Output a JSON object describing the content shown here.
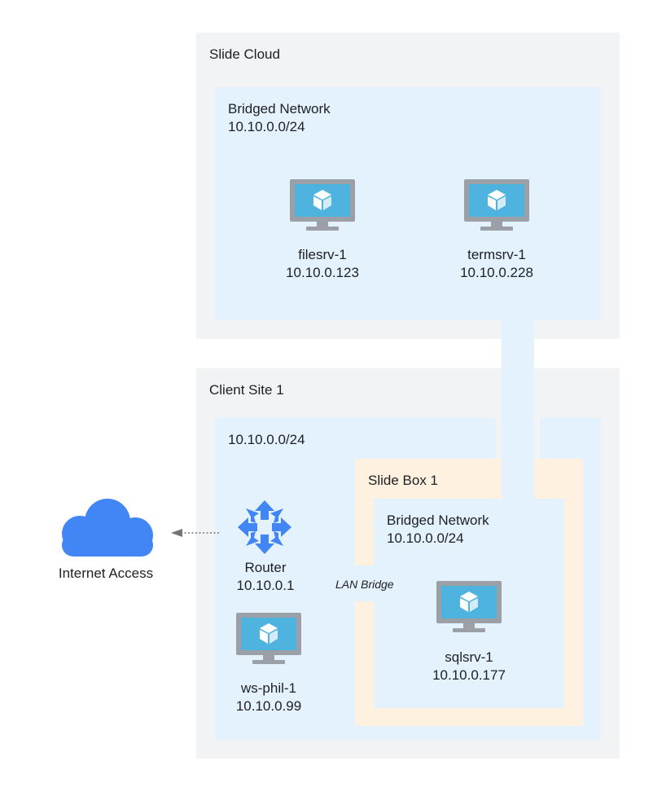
{
  "slide_cloud": {
    "title": "Slide Cloud",
    "network": {
      "name": "Bridged Network",
      "subnet": "10.10.0.0/24",
      "servers": [
        {
          "hostname": "filesrv-1",
          "ip": "10.10.0.123",
          "icon": "vm-monitor-icon"
        },
        {
          "hostname": "termsrv-1",
          "ip": "10.10.0.228",
          "icon": "vm-monitor-icon"
        }
      ]
    }
  },
  "client_site": {
    "title": "Client Site 1",
    "subnet": "10.10.0.0/24",
    "router": {
      "name": "Router",
      "ip": "10.10.0.1",
      "icon": "router-icon"
    },
    "workstation": {
      "hostname": "ws-phil-1",
      "ip": "10.10.0.99",
      "icon": "vm-monitor-icon"
    },
    "bridge_label": "LAN Bridge",
    "slide_box": {
      "title": "Slide Box 1",
      "network": {
        "name": "Bridged Network",
        "subnet": "10.10.0.0/24",
        "server": {
          "hostname": "sqlsrv-1",
          "ip": "10.10.0.177",
          "icon": "vm-monitor-icon"
        }
      }
    }
  },
  "internet": {
    "label": "Internet Access",
    "icon": "cloud-icon"
  },
  "colors": {
    "panel_grey": "#f1f3f4",
    "network_blue": "#e3f2fd",
    "slide_box_tan": "#fef1e0",
    "icon_blue": "#4285f4",
    "monitor_grey": "#9aa0a6",
    "screen_blue": "#4fb3e0",
    "arrow_grey": "#757575"
  }
}
